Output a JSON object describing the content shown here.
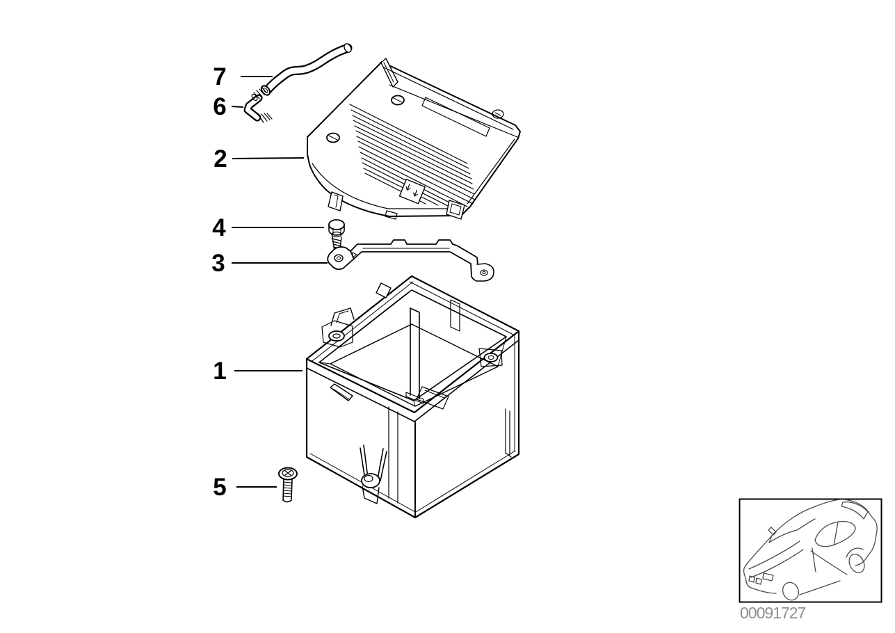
{
  "page": {
    "background": "#ffffff",
    "description": "Exploded line-art parts diagram of a battery box with numbered callouts"
  },
  "diagram": {
    "callouts": [
      {
        "number": "7",
        "part": "breather-hose"
      },
      {
        "number": "6",
        "part": "elbow-fitting"
      },
      {
        "number": "2",
        "part": "battery-box-cover"
      },
      {
        "number": "4",
        "part": "screw"
      },
      {
        "number": "3",
        "part": "battery-holder-bracket"
      },
      {
        "number": "1",
        "part": "battery-box"
      },
      {
        "number": "5",
        "part": "bolt"
      }
    ]
  },
  "thumbnail": {
    "vehicle_icon": "car-sketch-icon",
    "image_number": "00091727"
  },
  "colors": {
    "line": "#000000",
    "background": "#ffffff",
    "image_number_text": "#8f8f8f",
    "car_sketch_line": "#4a4a4a"
  }
}
